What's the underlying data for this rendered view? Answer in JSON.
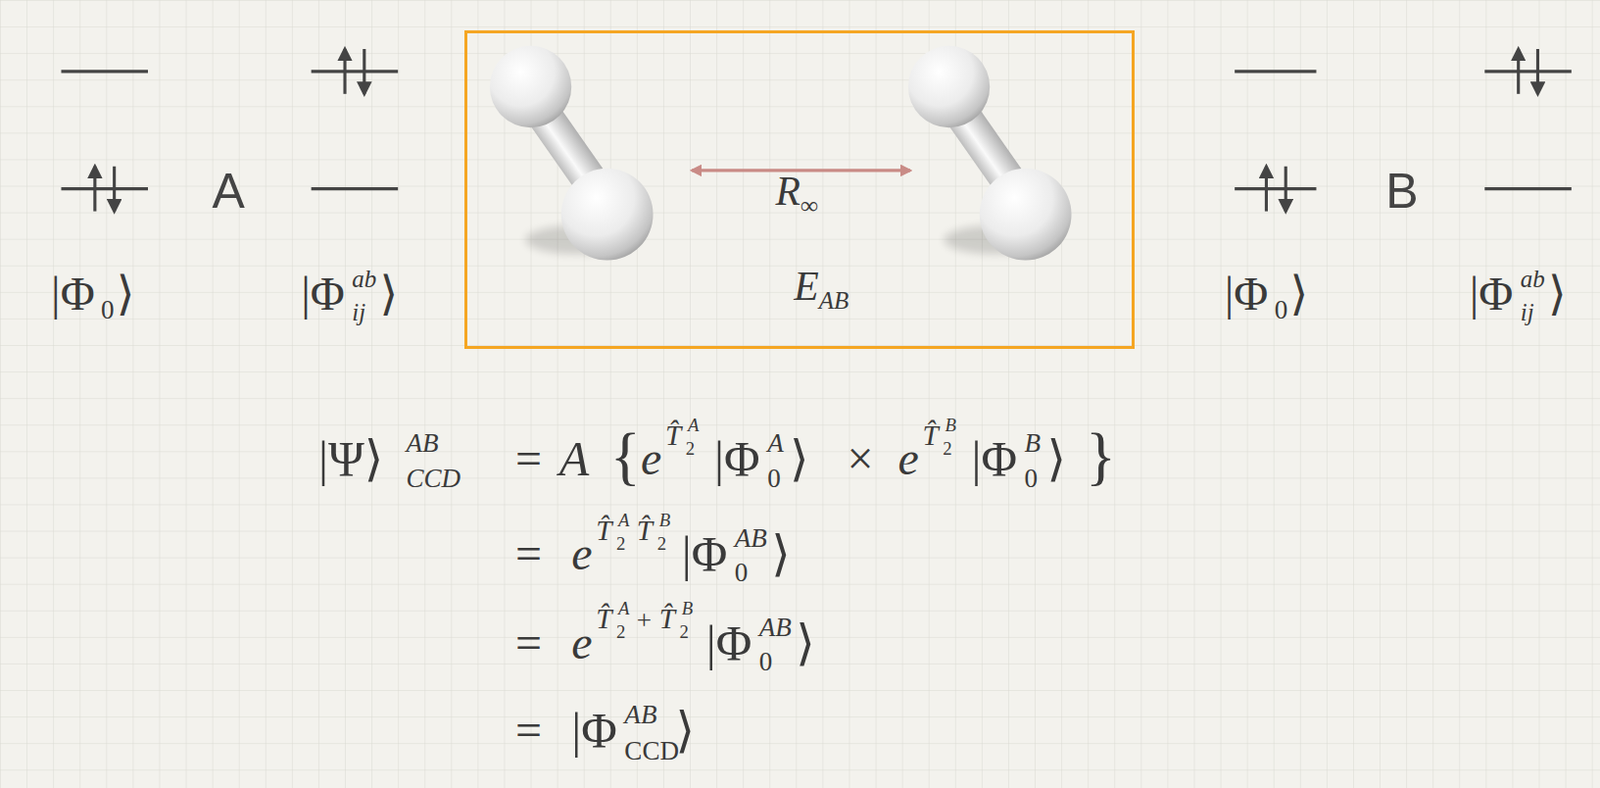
{
  "diagram": {
    "nodes": [
      {
        "text": [
          "R∞",
          "EAB"
        ]
      }
    ],
    "labels": [
      "|Φ",
      "0",
      "⟩",
      "A",
      "|Φ",
      "ab",
      "ij",
      "⟩",
      "|Φ",
      "0",
      "⟩",
      "B",
      "|Φ",
      "ab",
      "ij",
      "⟩",
      "|Ψ⟩",
      "AB",
      "CCD",
      "=",
      "A",
      "{",
      "e",
      "T̂",
      "A",
      "2",
      "|Φ",
      "A",
      "0",
      "⟩",
      "×",
      "e",
      "T̂",
      "B",
      "2",
      "|Φ",
      "B",
      "0",
      "⟩",
      "}",
      "=",
      "e",
      "T̂",
      "A",
      "2",
      "T̂",
      "B",
      "2",
      "|Φ",
      "AB",
      "0",
      "⟩",
      "=",
      "e",
      "T̂",
      "A",
      "2",
      "+",
      "T̂",
      "B",
      "2",
      "|Φ",
      "AB",
      "0",
      "⟩",
      "=",
      "|Φ",
      "AB",
      "CCD",
      "⟩"
    ]
  }
}
